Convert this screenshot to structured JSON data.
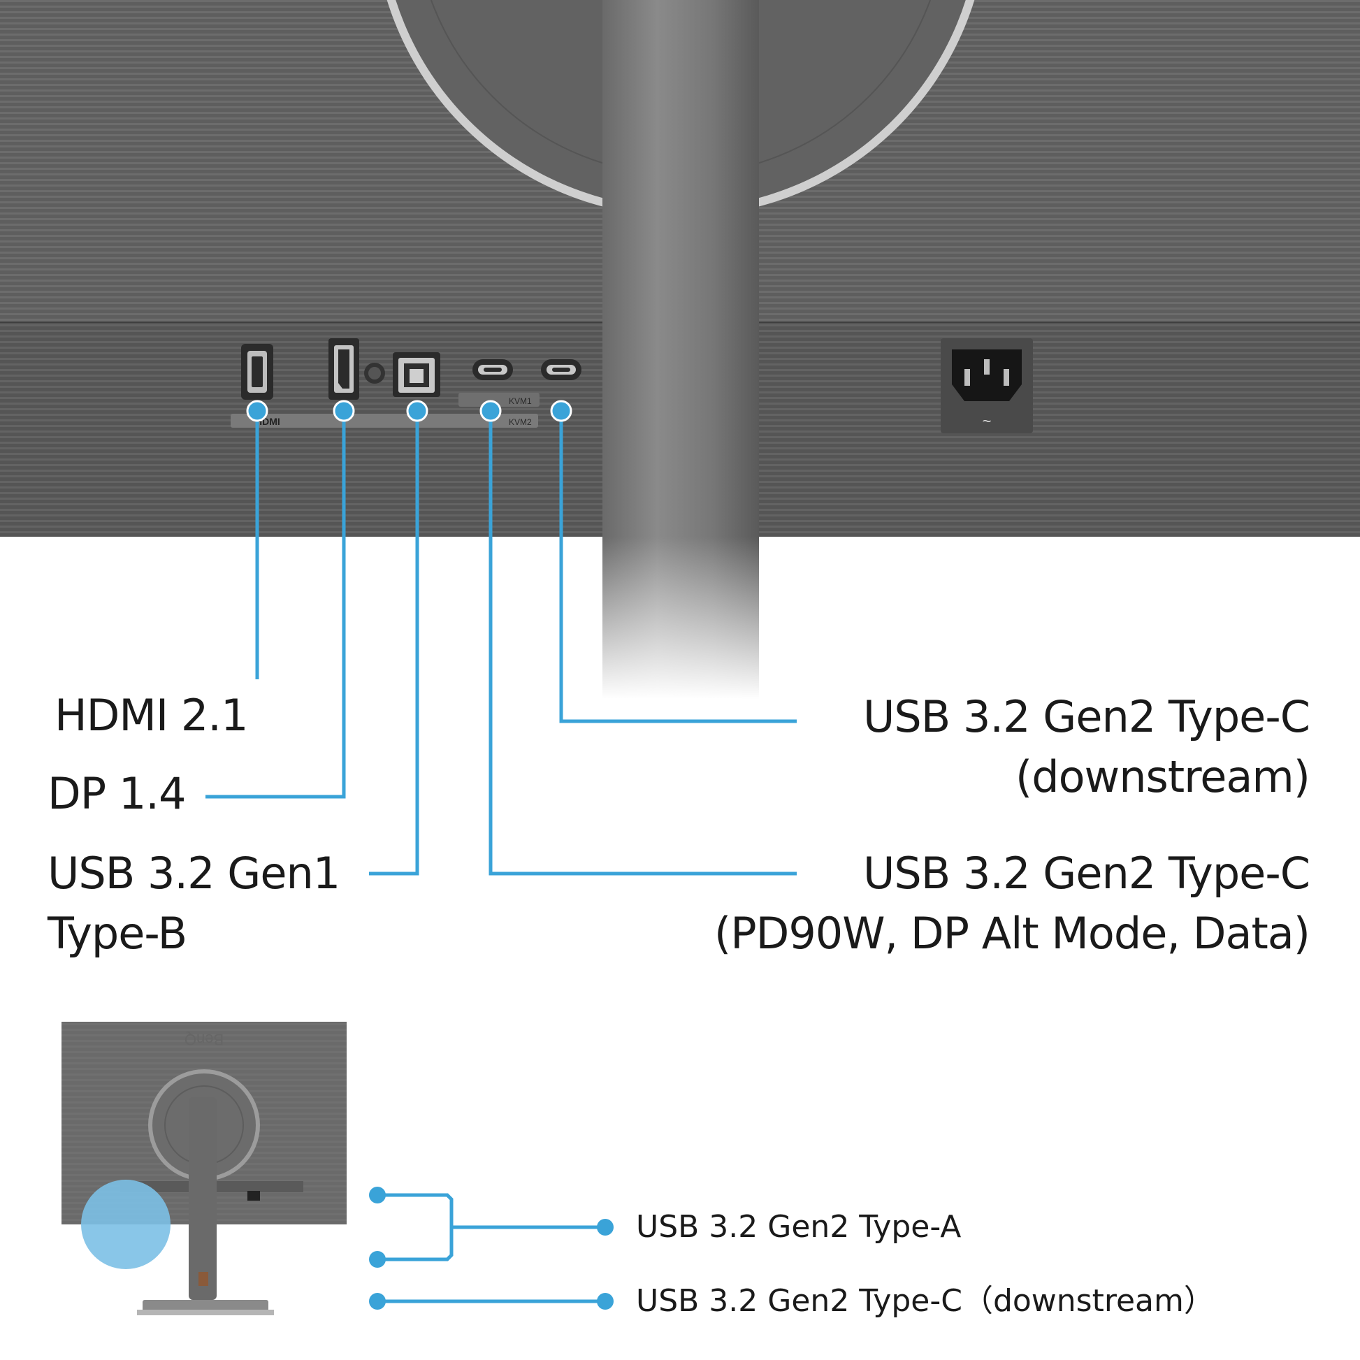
{
  "colors": {
    "accent": "#3aa3d8",
    "monitor_body": "#5f5f5f",
    "panel_dark": "#4f4f4f",
    "text": "#1a1a1a"
  },
  "brand_logo": "BenQ",
  "port_markings": {
    "hdmi": "HDMI",
    "kvm1": "KVM1",
    "kvm2": "KVM2",
    "ac_symbol": "~"
  },
  "callouts_top": {
    "hdmi": "HDMI 2.1",
    "dp": "DP 1.4",
    "usb_b_line1": "USB 3.2 Gen1",
    "usb_b_line2": "Type-B",
    "usbc_down_line1": "USB 3.2 Gen2 Type-C",
    "usbc_down_line2": "(downstream)",
    "usbc_pd_line1": "USB 3.2 Gen2 Type-C",
    "usbc_pd_line2": "(PD90W, DP Alt Mode, Data)"
  },
  "callouts_bottom": {
    "usb_a": "USB 3.2 Gen2 Type-A",
    "usb_c": "USB 3.2 Gen2 Type-C（downstream）"
  }
}
